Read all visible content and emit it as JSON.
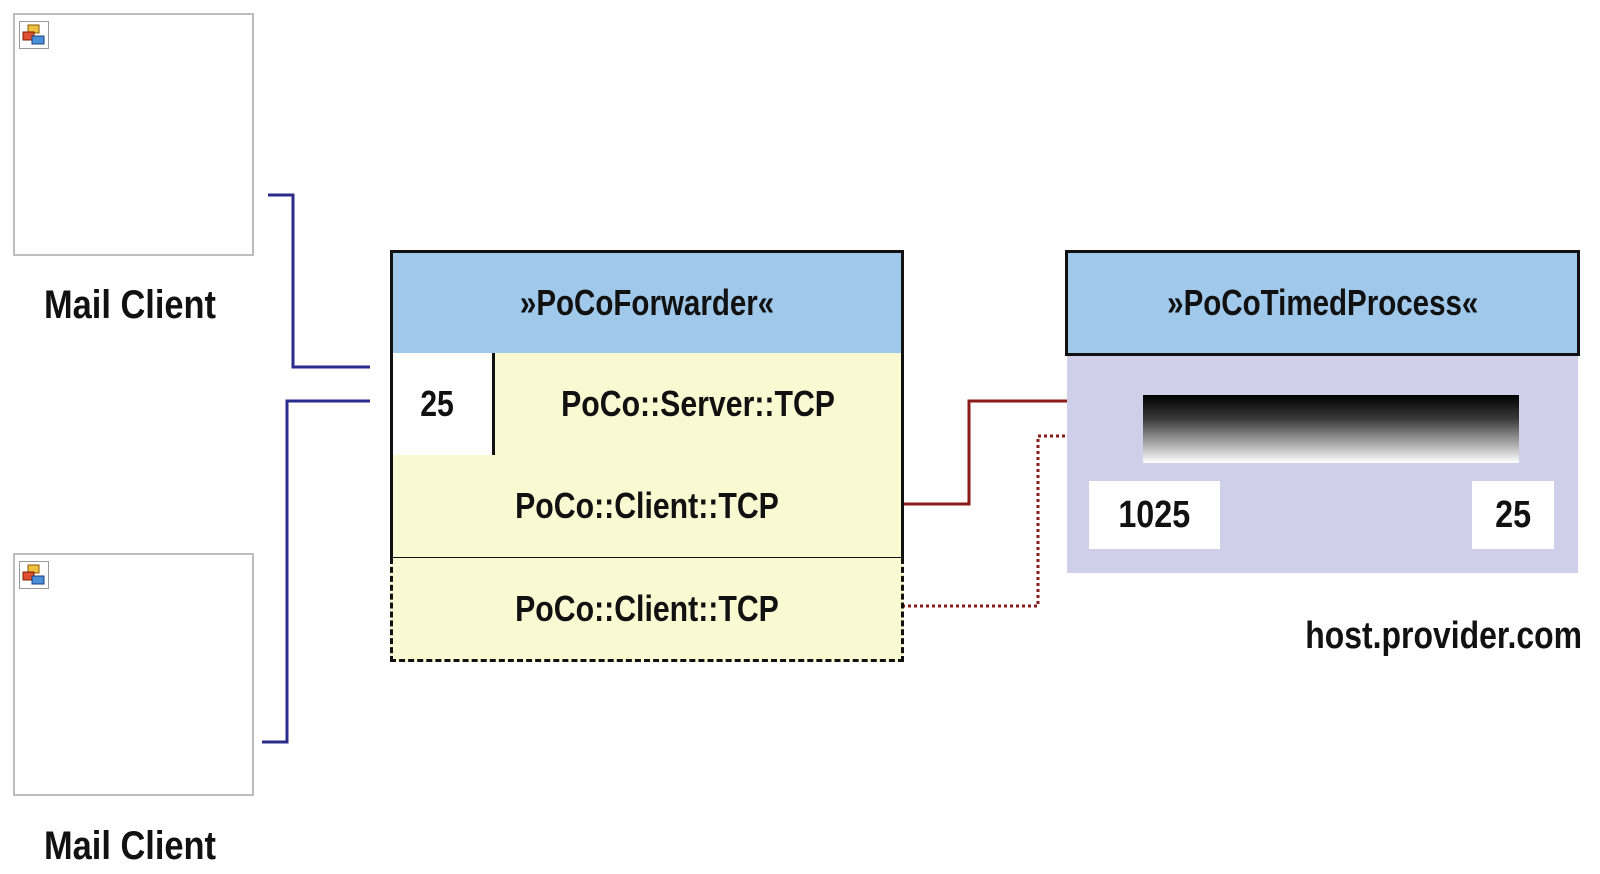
{
  "clients": [
    {
      "label": "Mail Client"
    },
    {
      "label": "Mail Client"
    }
  ],
  "forwarder": {
    "title": "»PoCoForwarder«",
    "server_port": "25",
    "server_label": "PoCo::Server::TCP",
    "client_label": "PoCo::Client::TCP",
    "client_label_pending": "PoCo::Client::TCP"
  },
  "timed_process": {
    "title": "»PoCoTimedProcess«",
    "port_left": "1025",
    "port_right": "25",
    "host": "host.provider.com"
  },
  "colors": {
    "header_blue": "#9fc8ea",
    "component_yellow": "#fafad2",
    "process_lavender": "#d0cfe9",
    "client_wire": "#2b2b8c",
    "connection_wire": "#8b1a1a"
  }
}
